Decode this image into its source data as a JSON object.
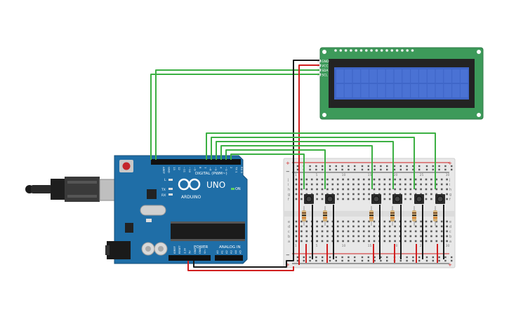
{
  "arduino": {
    "brand": "ARDUINO",
    "model": "UNO",
    "on_label": "ON",
    "digital_label": "DIGITAL (PWM~)",
    "power_label": "POWER",
    "analog_label": "ANALOG IN",
    "led_l": "L",
    "led_tx": "TX",
    "led_rx": "RX",
    "aref": "AREF",
    "gnd": "GND",
    "digital_pins": [
      "13",
      "12",
      "~11",
      "~10",
      "~9",
      "8",
      "7",
      "~6",
      "~5",
      "4",
      "~3",
      "2",
      "TX 1",
      "RX 0"
    ],
    "power_pins": [
      "IOREF",
      "RESET",
      "3.3V",
      "5V",
      "GND",
      "GND",
      "Vin"
    ],
    "analog_pins": [
      "A0",
      "A1",
      "A2",
      "A3",
      "A4",
      "A5"
    ]
  },
  "lcd": {
    "pins": [
      "GND",
      "VCC",
      "SDA",
      "SCL"
    ]
  },
  "breadboard": {
    "plus": "+",
    "minus": "−",
    "row_letters": [
      "j",
      "i",
      "h",
      "g",
      "f",
      "e",
      "d",
      "c",
      "b",
      "a"
    ],
    "column_numbers": [
      "1",
      "5",
      "10",
      "15",
      "20",
      "25",
      "30"
    ]
  },
  "colors": {
    "board": "#1f6ea7",
    "lcd_pcb": "#3d9a5a",
    "lcd_screen": "#3f66c8",
    "wire_green": "#3cb043",
    "wire_red": "#d11f1f",
    "wire_black": "#1a1a1a",
    "breadboard": "#e8e8e8"
  },
  "icons": [
    "usb-cable-icon",
    "reset-button-icon",
    "power-jack-icon",
    "capacitor-icon",
    "crystal-icon",
    "microcontroller-chip-icon",
    "arduino-logo-icon",
    "pushbutton-icon",
    "resistor-icon"
  ]
}
